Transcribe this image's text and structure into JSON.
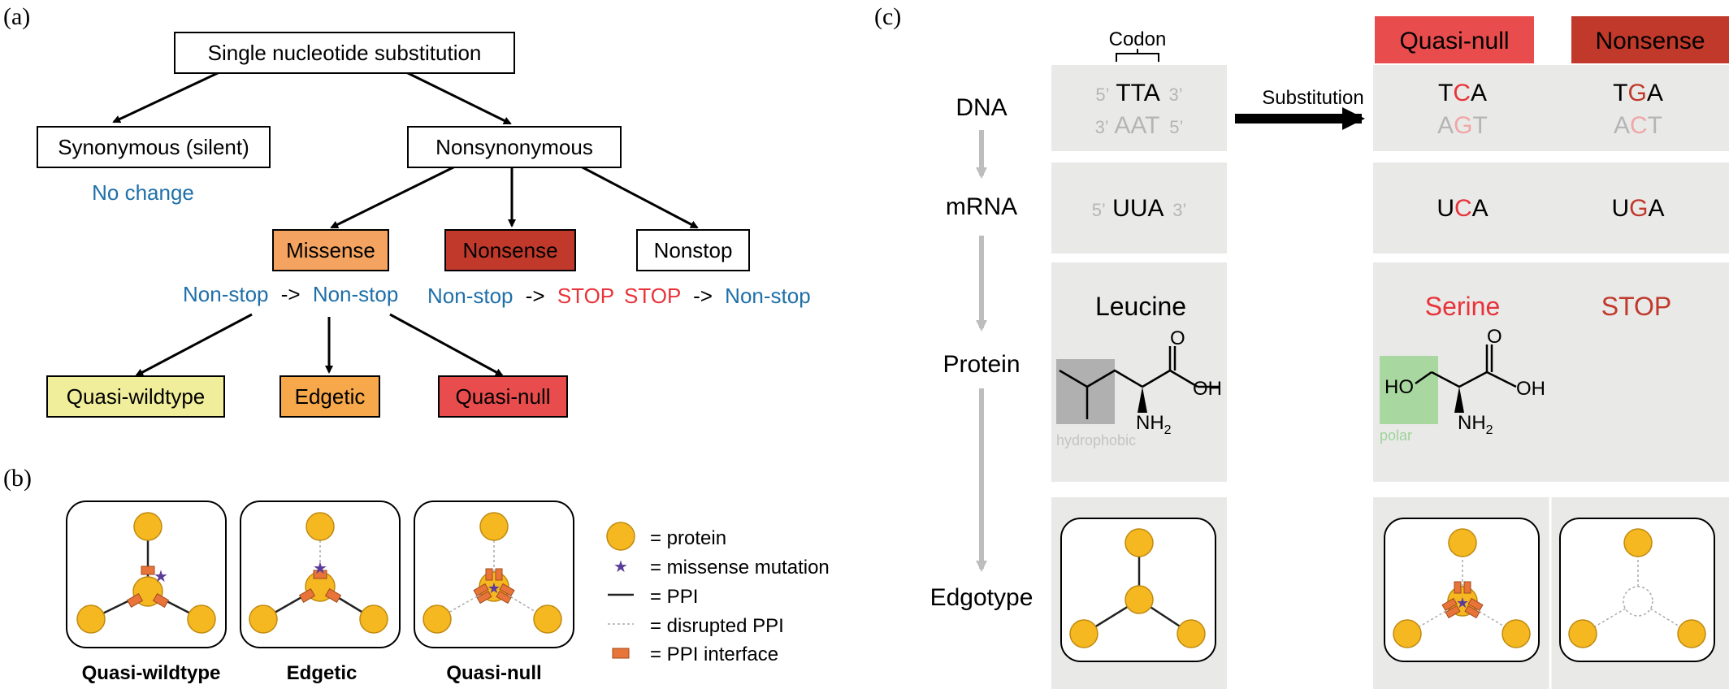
{
  "colors": {
    "blue_text": "#1f6fa8",
    "red_text": "#e8333a",
    "dark_red_text": "#c0392b",
    "missense_fill": "#f4a460",
    "nonsense_fill": "#c0392b",
    "quasi_wildtype_fill": "#f0ee9a",
    "edgetic_fill": "#f6a84a",
    "quasi_null_fill": "#e84c4c",
    "protein_node": "#f5b820",
    "interface": "#e8743a",
    "mutation_star": "#5b3c9a",
    "panel_gray": "#e9e9e8",
    "polar_green": "#a8d8a0",
    "hydrophobic_gray": "#b0b0b0"
  },
  "panel_a": {
    "label": "(a)",
    "root": "Single nucleotide substitution",
    "synonymous": "Synonymous (silent)",
    "no_change": "No change",
    "nonsynonymous": "Nonsynonymous",
    "missense": "Missense",
    "nonsense": "Nonsense",
    "nonstop": "Nonstop",
    "missense_change": {
      "from": "Non-stop",
      "arrow": "->",
      "to": "Non-stop"
    },
    "nonsense_change": {
      "from": "Non-stop",
      "arrow": "->",
      "to": "STOP"
    },
    "nonstop_change": {
      "from": "STOP",
      "arrow": "->",
      "to": "Non-stop"
    },
    "quasi_wildtype": "Quasi-wildtype",
    "edgetic": "Edgetic",
    "quasi_null": "Quasi-null"
  },
  "panel_b": {
    "label": "(b)",
    "captions": [
      "Quasi-wildtype",
      "Edgetic",
      "Quasi-null"
    ],
    "legend": [
      {
        "icon": "protein",
        "text": "= protein"
      },
      {
        "icon": "star",
        "text": "= missense mutation"
      },
      {
        "icon": "ppi",
        "text": "= PPI"
      },
      {
        "icon": "disrupted",
        "text": "= disrupted PPI"
      },
      {
        "icon": "interface",
        "text": "= PPI interface"
      }
    ]
  },
  "panel_c": {
    "label": "(c)",
    "rows": [
      "DNA",
      "mRNA",
      "Protein",
      "Edgotype"
    ],
    "codon_label": "Codon",
    "dna_top": {
      "p5": "5’",
      "seq": "TTA",
      "p3": "3’"
    },
    "dna_bottom": {
      "p3": "3’",
      "seq": "AAT",
      "p5": "5’"
    },
    "mrna": {
      "p5": "5’",
      "seq": "UUA",
      "p3": "3’"
    },
    "substitution": "Substitution",
    "quasi_null_header": "Quasi-null",
    "nonsense_header": "Nonsense",
    "qn_dna_top": {
      "a": "T",
      "b": "C",
      "c": "A"
    },
    "qn_dna_bottom": {
      "a": "A",
      "b": "G",
      "c": "T"
    },
    "ns_dna_top": {
      "a": "T",
      "b": "G",
      "c": "A"
    },
    "ns_dna_bottom": {
      "a": "A",
      "b": "C",
      "c": "T"
    },
    "qn_mrna": {
      "a": "U",
      "b": "C",
      "c": "A"
    },
    "ns_mrna": {
      "a": "U",
      "b": "G",
      "c": "A"
    },
    "leucine": "Leucine",
    "serine": "Serine",
    "stop": "STOP",
    "hydrophobic": "hydrophobic",
    "polar": "polar",
    "o_label": "O",
    "oh_label": "OH",
    "ho_label": "HO",
    "nh2_label": "NH",
    "nh2_sub": "2"
  }
}
